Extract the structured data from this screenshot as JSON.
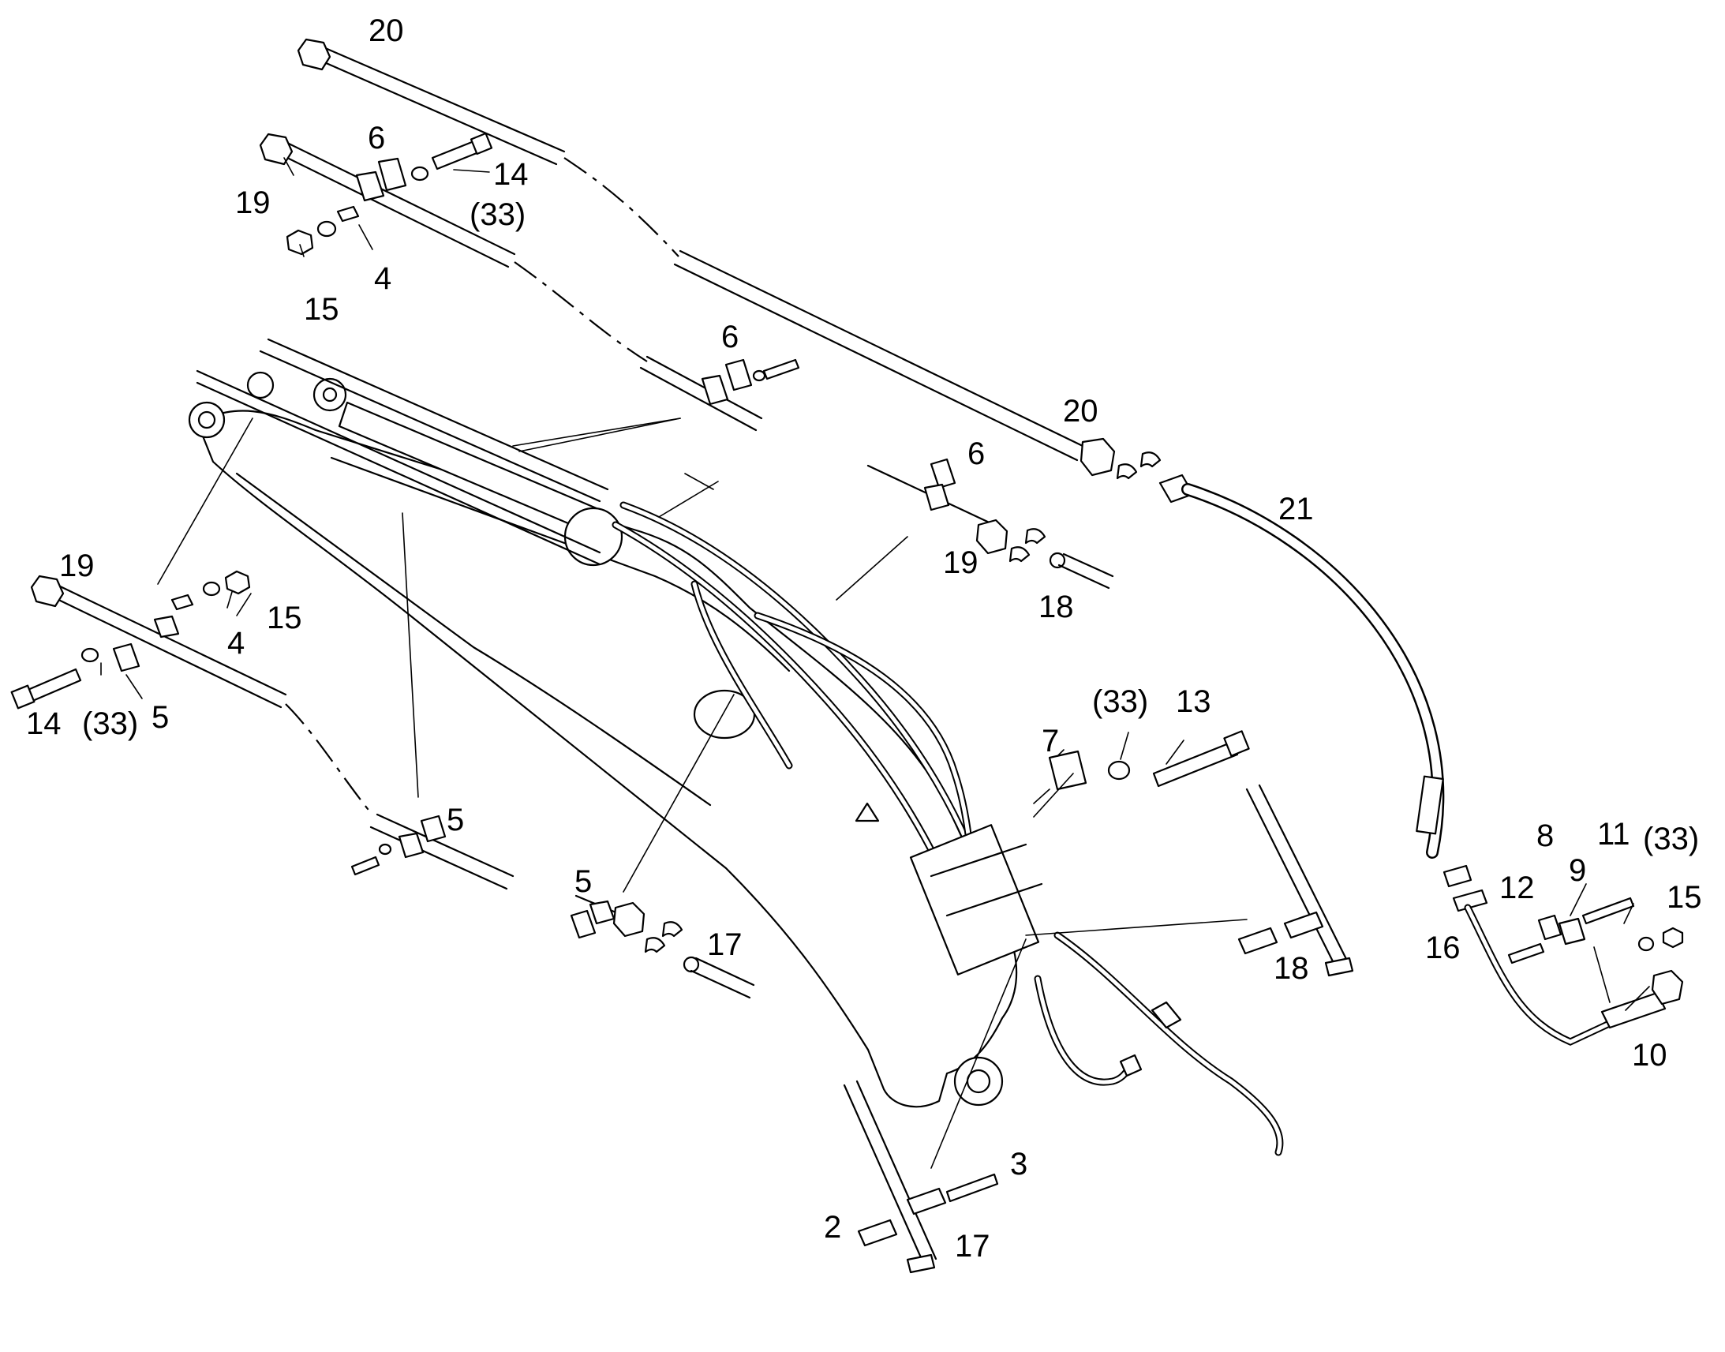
{
  "diagram": {
    "callouts": [
      {
        "id": "l20a",
        "text": "20"
      },
      {
        "id": "l6a",
        "text": "6"
      },
      {
        "id": "l14a",
        "text": "14"
      },
      {
        "id": "l33a",
        "text": "(33)"
      },
      {
        "id": "l19a",
        "text": "19"
      },
      {
        "id": "l4a",
        "text": "4"
      },
      {
        "id": "l15a",
        "text": "15"
      },
      {
        "id": "l6b",
        "text": "6"
      },
      {
        "id": "l20b",
        "text": "20"
      },
      {
        "id": "l6c",
        "text": "6"
      },
      {
        "id": "l21",
        "text": "21"
      },
      {
        "id": "l19b",
        "text": "19"
      },
      {
        "id": "l18a",
        "text": "18"
      },
      {
        "id": "l19c",
        "text": "19"
      },
      {
        "id": "l15b",
        "text": "15"
      },
      {
        "id": "l4b",
        "text": "4"
      },
      {
        "id": "l14b",
        "text": "14"
      },
      {
        "id": "l33b",
        "text": "(33)"
      },
      {
        "id": "l5a",
        "text": "5"
      },
      {
        "id": "l5b",
        "text": "5"
      },
      {
        "id": "l5c",
        "text": "5"
      },
      {
        "id": "l17a",
        "text": "17"
      },
      {
        "id": "l33c",
        "text": "(33)"
      },
      {
        "id": "l13",
        "text": "13"
      },
      {
        "id": "l7",
        "text": "7"
      },
      {
        "id": "l8",
        "text": "8"
      },
      {
        "id": "l11",
        "text": "11"
      },
      {
        "id": "l33d",
        "text": "(33)"
      },
      {
        "id": "l12",
        "text": "12"
      },
      {
        "id": "l9",
        "text": "9"
      },
      {
        "id": "l15c",
        "text": "15"
      },
      {
        "id": "l16",
        "text": "16"
      },
      {
        "id": "l10",
        "text": "10"
      },
      {
        "id": "l18b",
        "text": "18"
      },
      {
        "id": "l3",
        "text": "3"
      },
      {
        "id": "l2",
        "text": "2"
      },
      {
        "id": "l17b",
        "text": "17"
      }
    ]
  }
}
